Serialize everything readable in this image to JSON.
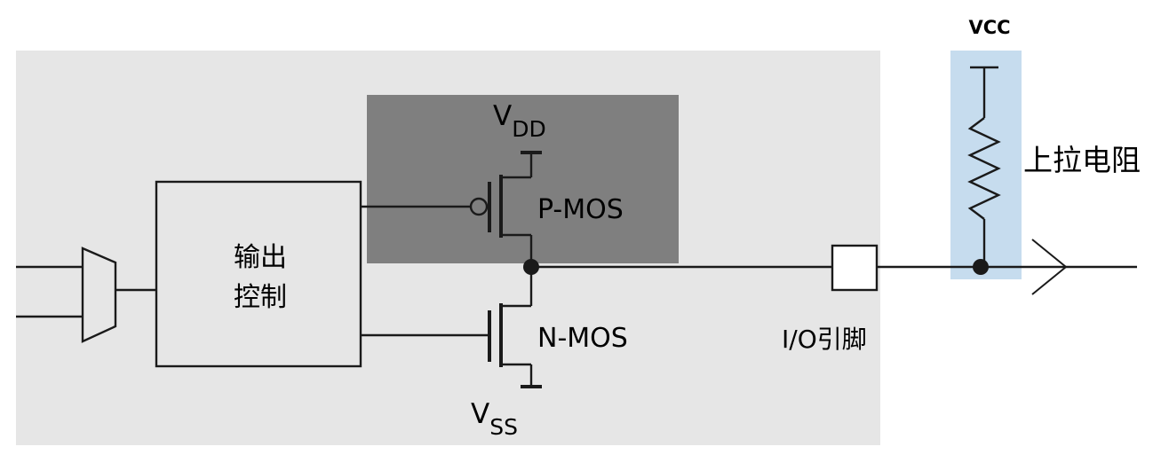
{
  "diagram": {
    "vcc_label": "VCC",
    "pullup_label": "上拉电阻",
    "vdd_main": "V",
    "vdd_sub": "DD",
    "vss_main": "V",
    "vss_sub": "SS",
    "pmos_label": "P-MOS",
    "nmos_label": "N-MOS",
    "control_line1": "输出",
    "control_line2": "控制",
    "io_pin_label": "I/O引脚",
    "colors": {
      "chip_background": "#e6e6e6",
      "pmos_highlight": "#7f7f7f",
      "pullup_highlight": "#c6dcee",
      "wire": "#1a1a1a"
    }
  }
}
